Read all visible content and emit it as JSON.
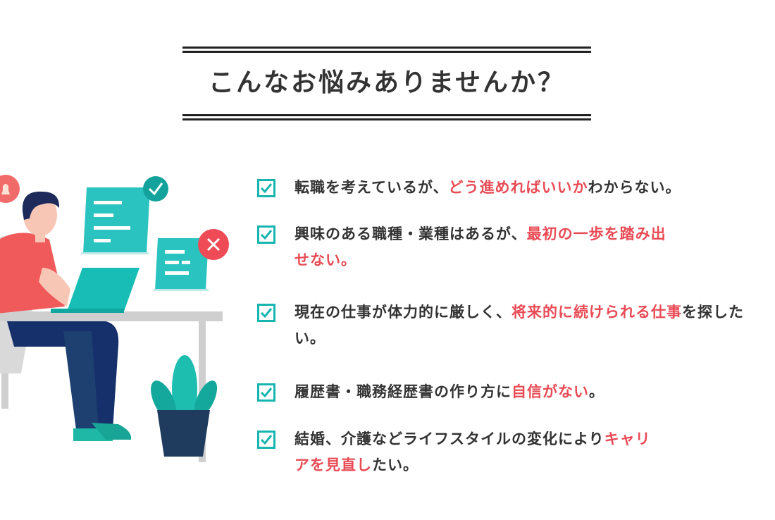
{
  "title": "こんなお悩みありませんか？",
  "colors": {
    "accent_red": "#e94b55",
    "teal": "#17b5b0",
    "dark_text": "#333333"
  },
  "icons": {
    "check": "checkbox-checked-icon",
    "ok": "check-circle-icon",
    "ng": "x-circle-icon"
  },
  "items": [
    {
      "t1": "転職を考えているが、",
      "h1": "どう進めればいいか",
      "t2": "わからない。",
      "h2": "",
      "t3": ""
    },
    {
      "t1": "興味のある職種・業種はあるが、",
      "h1": "最初の一歩を踏み出せない。",
      "t2": "",
      "h2": "",
      "t3": ""
    },
    {
      "t1": "現在の仕事が体力的に厳しく、",
      "h1": "将来的に続けられる仕事",
      "t2": "を探したい。",
      "h2": "",
      "t3": ""
    },
    {
      "t1": "履歴書・職務経歴書の作り方に",
      "h1": "自信がない",
      "t2": "。",
      "h2": "",
      "t3": ""
    },
    {
      "t1": "結婚、介護などライフスタイルの変化により",
      "h1": "キャリアを見直し",
      "t2": "たい。",
      "h2": "",
      "t3": ""
    }
  ]
}
